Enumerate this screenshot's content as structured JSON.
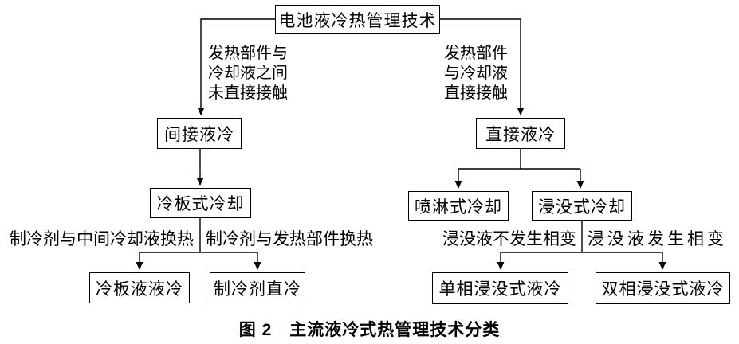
{
  "diagram": {
    "nodes": {
      "root": "电池液冷热管理技术",
      "indirect": "间接液冷",
      "direct": "直接液冷",
      "cold_plate": "冷板式冷却",
      "spray": "喷淋式冷却",
      "immersion": "浸没式冷却",
      "cold_plate_liquid": "冷板液液冷",
      "refrigerant_direct": "制冷剂直冷",
      "single_phase_immersion": "单相浸没式液冷",
      "two_phase_immersion": "双相浸没式液冷"
    },
    "edge_labels": {
      "root_to_indirect": "发热部件与\n冷却液之间\n未直接接触",
      "root_to_direct": "发热部件\n与冷却液\n直接接触",
      "cold_plate_to_liquid": "制冷剂与中间冷却液换热",
      "cold_plate_to_refrigerant": "制冷剂与发热部件换热",
      "immersion_to_single_phase": "浸没液不发生相变",
      "immersion_to_two_phase": "浸没液发生相变"
    },
    "colors": {
      "line": "#000000",
      "text": "#000000",
      "background": "#ffffff"
    }
  },
  "caption": "图 2　主流液冷式热管理技术分类"
}
